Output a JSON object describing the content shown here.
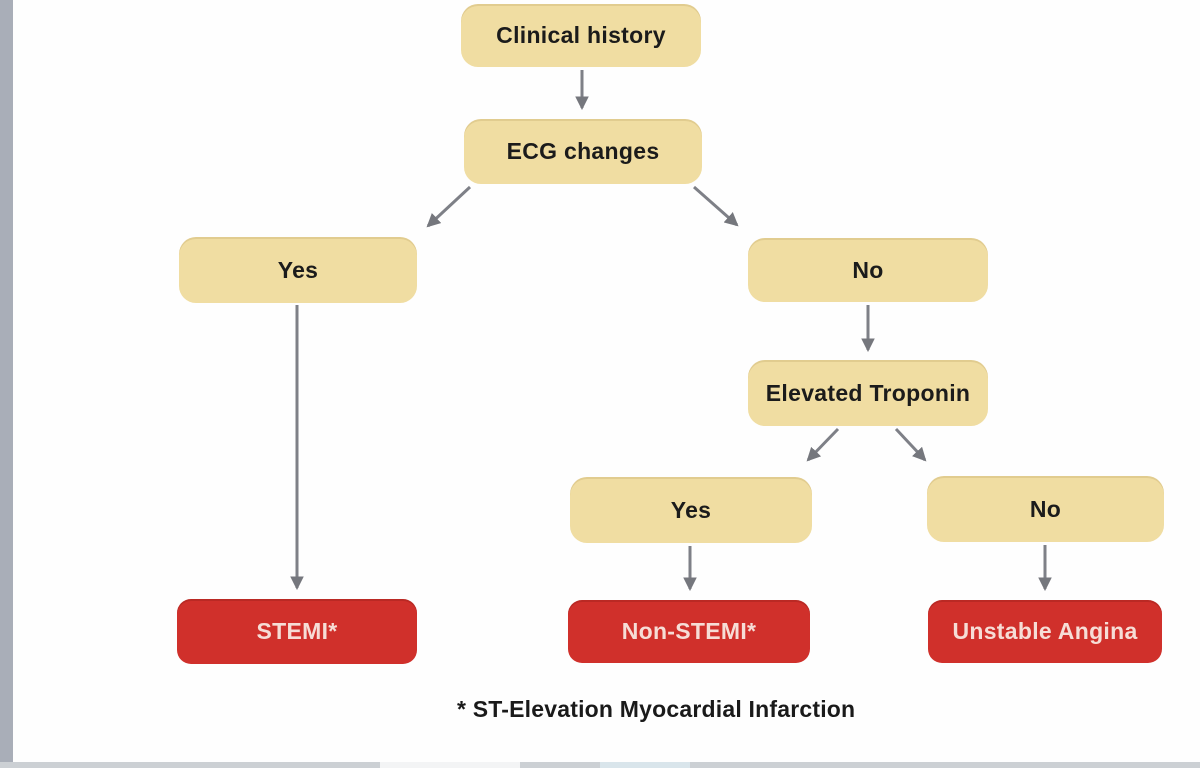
{
  "diagram": {
    "type": "flowchart",
    "topic": "Acute coronary syndrome diagnosis decision tree",
    "nodes": {
      "clinical_history": {
        "label": "Clinical history",
        "kind": "decision"
      },
      "ecg_changes": {
        "label": "ECG changes",
        "kind": "decision"
      },
      "ecg_yes": {
        "label": "Yes",
        "kind": "decision"
      },
      "ecg_no": {
        "label": "No",
        "kind": "decision"
      },
      "elevated_troponin": {
        "label": "Elevated Troponin",
        "kind": "decision"
      },
      "troponin_yes": {
        "label": "Yes",
        "kind": "decision"
      },
      "troponin_no": {
        "label": "No",
        "kind": "decision"
      },
      "stemi": {
        "label": "STEMI*",
        "kind": "outcome"
      },
      "non_stemi": {
        "label": "Non-STEMI*",
        "kind": "outcome"
      },
      "unstable_angina": {
        "label": "Unstable Angina",
        "kind": "outcome"
      }
    },
    "edges": [
      {
        "from": "clinical_history",
        "to": "ecg_changes"
      },
      {
        "from": "ecg_changes",
        "to": "ecg_yes"
      },
      {
        "from": "ecg_changes",
        "to": "ecg_no"
      },
      {
        "from": "ecg_yes",
        "to": "stemi"
      },
      {
        "from": "ecg_no",
        "to": "elevated_troponin"
      },
      {
        "from": "elevated_troponin",
        "to": "troponin_yes"
      },
      {
        "from": "elevated_troponin",
        "to": "troponin_no"
      },
      {
        "from": "troponin_yes",
        "to": "non_stemi"
      },
      {
        "from": "troponin_no",
        "to": "unstable_angina"
      }
    ],
    "footnote": "* ST-Elevation Myocardial Infarction",
    "colors": {
      "decision_fill": "#f0dda2",
      "outcome_fill": "#d0302b",
      "outcome_text": "#f6ddd6",
      "node_text": "#1b1b1b",
      "arrow": "#7e8087",
      "background": "#ffffff",
      "left_bar": "#a9aeb8",
      "bottom_bar": "#ccd0d4"
    }
  }
}
